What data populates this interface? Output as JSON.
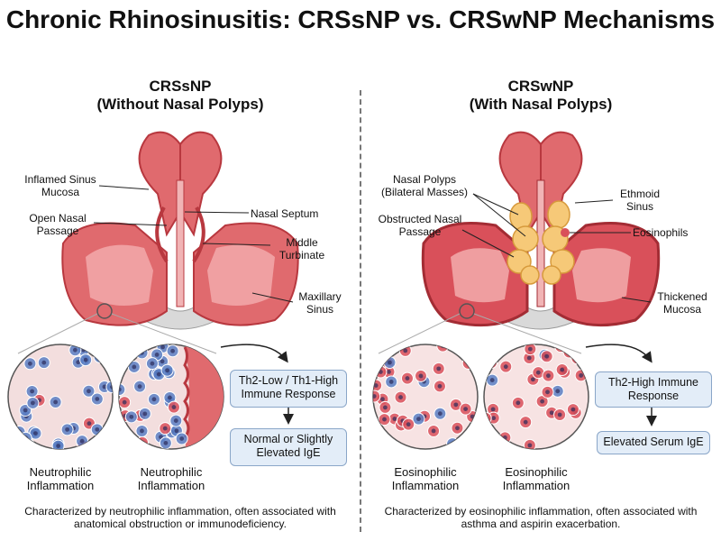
{
  "title": "Chronic Rhinosinusitis: CRSsNP vs. CRSwNP Mechanisms",
  "left": {
    "heading_line1": "CRSsNP",
    "heading_line2": "(Without Nasal Polyps)",
    "labels": {
      "inflamed_mucosa": "Inflamed Sinus Mucosa",
      "open_passage": "Open Nasal Passage",
      "septum": "Nasal Septum",
      "middle_turbinate": "Middle Turbinate",
      "maxillary_sinus": "Maxillary Sinus"
    },
    "immune_box": "Th2-Low / Th1-High Immune Response",
    "ige_box": "Normal or Slightly Elevated IgE",
    "circle1_label": "Neutrophilic Inflammation",
    "circle2_label": "Neutrophilic Inflammation",
    "caption": "Characterized by neutrophilic inflammation, often associated with anatomical obstruction or immunodeficiency."
  },
  "right": {
    "heading_line1": "CRSwNP",
    "heading_line2": "(With Nasal Polyps)",
    "labels": {
      "polyps": "Nasal Polyps (Bilateral Masses)",
      "obstructed": "Obstructed Nasal Passage",
      "ethmoid": "Ethmoid Sinus",
      "eosinophils": "Eosinophils",
      "thickened": "Thickened Mucosa"
    },
    "immune_box": "Th2-High Immune Response",
    "ige_box": "Elevated Serum IgE",
    "circle1_label": "Eosinophilic Inflammation",
    "circle2_label": "Eosinophilic Inflammation",
    "caption": "Characterized by eosinophilic inflammation, often associated with asthma and aspirin exacerbation."
  },
  "colors": {
    "mucosa": "#e06a6e",
    "mucosa_dark": "#b8383f",
    "tissue_bg": "#f6d3d3",
    "neutrophil": "#5a7fc4",
    "eosinophil": "#d9505a",
    "polyp": "#f6c978",
    "box_fill": "#e3edf8",
    "box_border": "#8aa6c8"
  }
}
